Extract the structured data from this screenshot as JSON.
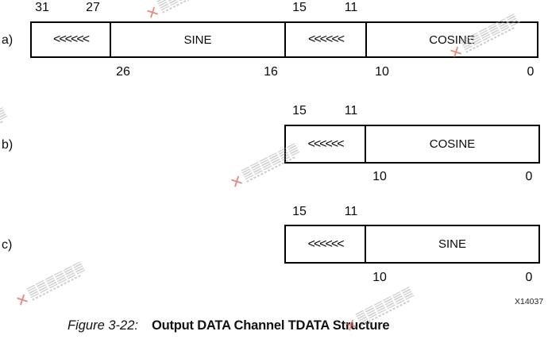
{
  "figure": {
    "caption_label": "Figure 3-22:",
    "caption_title": "Output DATA Channel TDATA Structure",
    "image_ref": "X14037"
  },
  "rows": [
    {
      "label": "a)",
      "top_bits": [
        "31",
        "27",
        "15",
        "11"
      ],
      "bottom_bits": [
        "26",
        "16",
        "10",
        "0"
      ],
      "fields": [
        {
          "name": "shift-field-1",
          "text": "<<<<<<"
        },
        {
          "name": "sine-field",
          "text": "SINE"
        },
        {
          "name": "shift-field-2",
          "text": "<<<<<<"
        },
        {
          "name": "cosine-field",
          "text": "COSINE"
        }
      ]
    },
    {
      "label": "b)",
      "top_bits": [
        "15",
        "11"
      ],
      "bottom_bits": [
        "10",
        "0"
      ],
      "fields": [
        {
          "name": "shift-field",
          "text": "<<<<<<"
        },
        {
          "name": "cosine-field",
          "text": "COSINE"
        }
      ]
    },
    {
      "label": "c)",
      "top_bits": [
        "15",
        "11"
      ],
      "bottom_bits": [
        "10",
        "0"
      ],
      "fields": [
        {
          "name": "shift-field",
          "text": "<<<<<<"
        },
        {
          "name": "sine-field",
          "text": "SINE"
        }
      ]
    }
  ],
  "watermark": {
    "symbol": "✕"
  },
  "colors": {
    "line": "#000000",
    "text": "#0a0a0a",
    "background": "#ffffff",
    "watermark_gray": "#9a9a9a",
    "watermark_red": "#d95c52"
  }
}
